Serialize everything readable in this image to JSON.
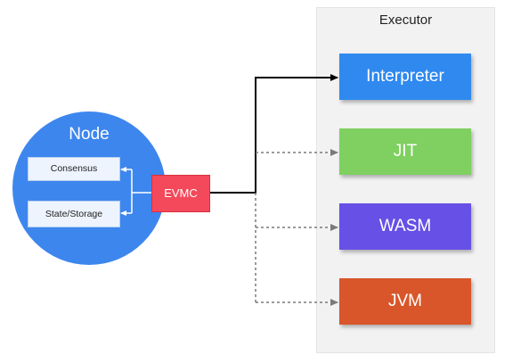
{
  "executor": {
    "title": "Executor"
  },
  "node": {
    "title": "Node",
    "components": [
      "Consensus",
      "State/Storage"
    ]
  },
  "evmc": {
    "label": "EVMC"
  },
  "engines": [
    {
      "label": "Interpreter",
      "connection": "active"
    },
    {
      "label": "JIT",
      "connection": "optional"
    },
    {
      "label": "WASM",
      "connection": "optional"
    },
    {
      "label": "JVM",
      "connection": "optional"
    }
  ],
  "colors": {
    "node": "#3d86ee",
    "evmc": "#f3495a",
    "interpreter": "#2f89ef",
    "jit": "#7fd060",
    "wasm": "#6650e5",
    "jvm": "#d8562a",
    "executor_panel": "#f2f2f2"
  }
}
